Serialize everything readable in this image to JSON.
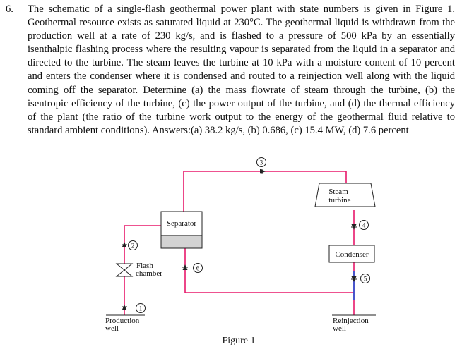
{
  "problem": {
    "number": "6.",
    "text": "The schematic of a single-flash geothermal power plant with state numbers is given in Figure 1. Geothermal resource exists as saturated liquid at 230°C. The geothermal liquid is withdrawn from the production well at a rate of 230 kg/s, and is flashed to a pressure of 500 kPa by an essentially isenthalpic flashing process where the resulting vapour is separated from the liquid in a separator and directed to the turbine. The steam leaves the turbine at 10 kPa with a moisture content of 10 percent and enters the condenser where it is condensed and routed to a reinjection well along with the liquid coming off the separator. Determine (a) the mass flowrate of steam through the turbine, (b) the isentropic efficiency of the turbine, (c) the power output of the turbine, and (d) the thermal efficiency of the plant (the ratio of the turbine work output to the energy of the geothermal fluid relative to standard ambient conditions). Answers:(a) 38.2 kg/s, (b) 0.686, (c) 15.4 MW, (d) 7.6 percent"
  },
  "figure": {
    "caption": "Figure 1",
    "components": {
      "steam_turbine": [
        "Steam",
        "turbine"
      ],
      "separator": "Separator",
      "condenser": "Condenser",
      "flash_chamber": [
        "Flash",
        "chamber"
      ],
      "production_well": [
        "Production",
        "well"
      ],
      "reinjection_well": [
        "Reinjection",
        "well"
      ]
    },
    "states": [
      "1",
      "2",
      "3",
      "4",
      "5",
      "6"
    ],
    "colors": {
      "pipe": "#e8186b",
      "blue_pipe": "#1f4fd6",
      "separator_fill": "#d3d3d3",
      "stroke": "#222222"
    }
  }
}
